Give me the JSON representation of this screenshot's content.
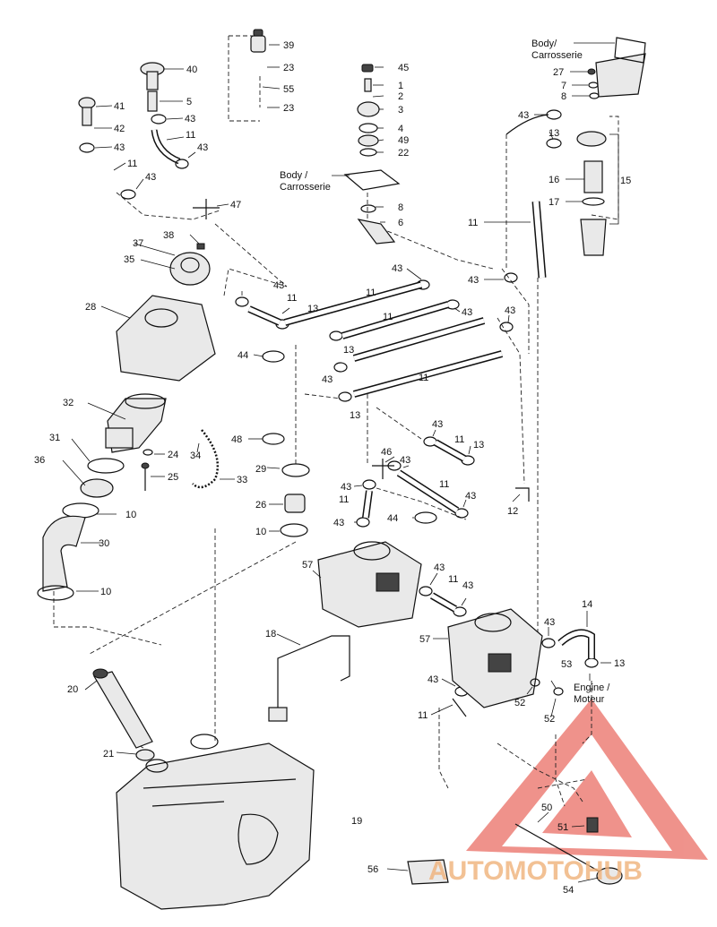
{
  "diagram": {
    "labels": {
      "p1": "1",
      "p2": "2",
      "p3": "3",
      "p4": "4",
      "p5": "5",
      "p6": "6",
      "p7": "7",
      "p8a": "8",
      "p8b": "8",
      "p10a": "10",
      "p10b": "10",
      "p10c": "10",
      "p11a": "11",
      "p11b": "11",
      "p11c": "11",
      "p11d": "11",
      "p11e": "11",
      "p11f": "11",
      "p11g": "11",
      "p11h": "11",
      "p11i": "11",
      "p11j": "11",
      "p11k": "11",
      "p12": "12",
      "p13a": "13",
      "p13b": "13",
      "p13c": "13",
      "p13d": "13",
      "p13e": "13",
      "p14": "14",
      "p15": "15",
      "p16": "16",
      "p17": "17",
      "p18": "18",
      "p19": "19",
      "p20": "20",
      "p21": "21",
      "p22": "22",
      "p23a": "23",
      "p23b": "23",
      "p24": "24",
      "p25": "25",
      "p26": "26",
      "p27": "27",
      "p28": "28",
      "p29": "29",
      "p30": "30",
      "p31": "31",
      "p32": "32",
      "p33": "33",
      "p34": "34",
      "p35": "35",
      "p36": "36",
      "p37": "37",
      "p38": "38",
      "p39": "39",
      "p40": "40",
      "p41": "41",
      "p42": "42",
      "p43a": "43",
      "p43b": "43",
      "p43c": "43",
      "p43d": "43",
      "p43e": "43",
      "p43f": "43",
      "p43g": "43",
      "p43h": "43",
      "p43i": "43",
      "p43j": "43",
      "p43k": "43",
      "p43l": "43",
      "p43m": "43",
      "p43n": "43",
      "p43o": "43",
      "p43p": "43",
      "p43q": "43",
      "p43r": "43",
      "p43s": "43",
      "p43t": "43",
      "p44a": "44",
      "p44b": "44",
      "p45": "45",
      "p46": "46",
      "p47": "47",
      "p48": "48",
      "p49": "49",
      "p50": "50",
      "p51": "51",
      "p52a": "52",
      "p52b": "52",
      "p53": "53",
      "p54": "54",
      "p55": "55",
      "p56": "56",
      "p57a": "57",
      "p57b": "57"
    },
    "captions": {
      "body_top_1": "Body/",
      "body_top_2": "Carrosserie",
      "body_mid_1": "Body /",
      "body_mid_2": "Carrosserie",
      "engine_1": "Engine /",
      "engine_2": "Moteur"
    },
    "watermark": {
      "text": "AUTOMOTOHUB",
      "color": "#e23a2e",
      "text_color": "#f0b27a"
    }
  }
}
